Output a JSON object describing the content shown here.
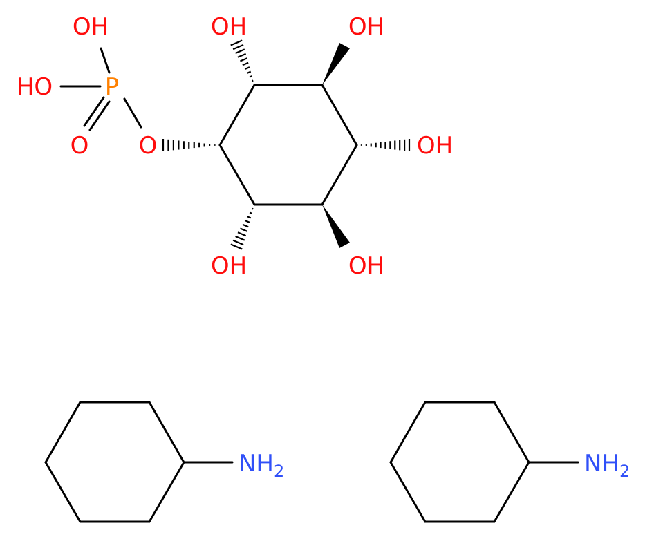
{
  "colors": {
    "background": "#ffffff",
    "bond": "#000000",
    "oxygen": "#ff0d0d",
    "phosphorus": "#ff8000",
    "nitrogen": "#3050f8"
  },
  "phosphate": {
    "p_label": "P",
    "oh_top": "OH",
    "oh_left": "HO",
    "o_double": "O",
    "o_ester": "O"
  },
  "inositol": {
    "oh_top_left": "OH",
    "oh_top_right": "OH",
    "oh_right": "OH",
    "oh_bottom_left": "OH",
    "oh_bottom_right": "OH"
  },
  "amine_left": {
    "n_label": "NH",
    "subscript": "2"
  },
  "amine_right": {
    "n_label": "NH",
    "subscript": "2"
  }
}
